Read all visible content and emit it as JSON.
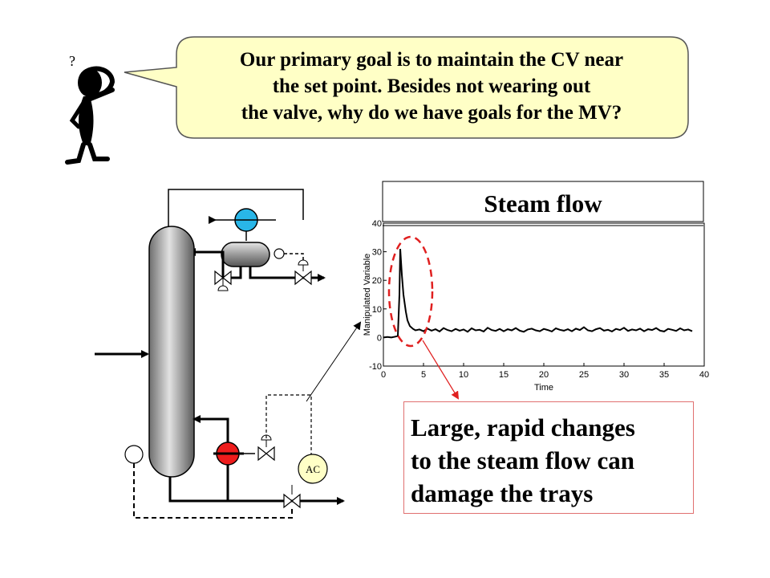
{
  "question": {
    "lines": [
      "Our primary goal is to maintain the CV near",
      "the set point.  Besides not wearing out",
      "the valve, why do we have goals for the MV?"
    ],
    "question_mark": "?"
  },
  "process": {
    "controller_label": "AC"
  },
  "callout": {
    "lines": [
      "Large, rapid changes",
      "to the steam flow can",
      "damage the trays"
    ]
  },
  "chart_data": {
    "type": "line",
    "title": "Steam flow",
    "xlabel": "Time",
    "ylabel": "Manipulated Variable",
    "xlim": [
      0,
      40
    ],
    "ylim": [
      -10,
      40
    ],
    "x_ticks": [
      0,
      5,
      10,
      15,
      20,
      25,
      30,
      35,
      40
    ],
    "y_ticks": [
      -10,
      0,
      10,
      20,
      30,
      40
    ],
    "series": [
      {
        "x": [
          0,
          0.5,
          1,
          1.5,
          1.8,
          2.0,
          2.1,
          2.3,
          2.5,
          2.8,
          3.0,
          3.3,
          3.7,
          4,
          4.5,
          5,
          5.5,
          6,
          6.5,
          7,
          7.5,
          8,
          8.5,
          9,
          9.5,
          10,
          10.5,
          11,
          11.5,
          12,
          12.5,
          13,
          13.5,
          14,
          14.5,
          15,
          15.5,
          16,
          16.5,
          17,
          17.5,
          18,
          18.5,
          19,
          19.5,
          20,
          20.5,
          21,
          21.5,
          22,
          22.5,
          23,
          23.5,
          24,
          24.5,
          25,
          25.5,
          26,
          26.5,
          27,
          27.5,
          28,
          28.5,
          29,
          29.5,
          30,
          30.5,
          31,
          31.5,
          32,
          32.5,
          33,
          33.5,
          34,
          34.5,
          35,
          35.5,
          36,
          36.5,
          37,
          37.5,
          38,
          38.5
        ],
        "y": [
          0,
          0.2,
          0,
          0.3,
          0.5,
          15,
          31,
          22,
          15,
          9,
          6,
          4,
          3,
          2.5,
          2.8,
          2.2,
          3.1,
          2.4,
          2.9,
          2.1,
          3.3,
          2.6,
          2.2,
          3.0,
          2.4,
          2.8,
          2.0,
          3.2,
          2.5,
          2.7,
          2.1,
          3.4,
          2.6,
          2.3,
          3.0,
          2.2,
          2.9,
          2.5,
          3.3,
          2.4,
          2.0,
          2.8,
          3.1,
          2.5,
          2.2,
          3.0,
          2.6,
          2.1,
          3.2,
          2.7,
          2.4,
          2.9,
          2.2,
          3.1,
          2.6,
          3.6,
          2.5,
          2.2,
          2.9,
          3.3,
          2.4,
          2.7,
          2.1,
          3.0,
          2.6,
          3.4,
          2.3,
          2.8,
          2.5,
          3.1,
          2.2,
          2.9,
          2.6,
          3.3,
          2.4,
          2.1,
          3.0,
          2.7,
          2.3,
          3.2,
          2.5,
          2.8,
          2.2
        ]
      }
    ]
  }
}
